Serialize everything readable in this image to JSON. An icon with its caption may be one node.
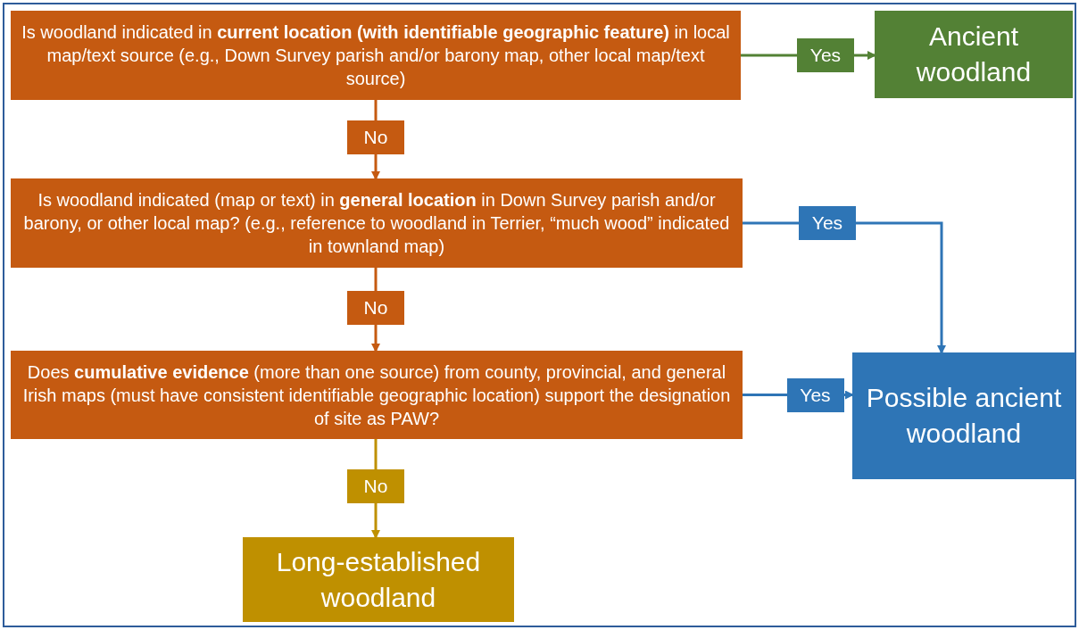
{
  "diagram": {
    "nodes": [
      {
        "text": [
          "Is woodland indicated in **current location (with identifiable geographic feature)** in local map/text source (e.g., Down Survey parish and/or barony map, other local map/text source)"
        ]
      },
      {
        "text": [
          "Ancient woodland"
        ]
      },
      {
        "text": [
          "Is woodland indicated (map or text) in **general location** in Down Survey parish and/or barony, or other local map? (e.g., reference to woodland in Terrier, “much wood” indicated in townland map)"
        ]
      },
      {
        "text": [
          "Does **cumulative evidence** (more than one source) from county, provincial, and general Irish maps (must have consistent identifiable geographic location) support the designation of site as PAW?"
        ]
      },
      {
        "text": [
          "Possible ancient woodland"
        ]
      },
      {
        "text": [
          "Long-established woodland"
        ]
      }
    ],
    "edges": [
      {
        "from": 0,
        "to": 1,
        "arrow": "to",
        "label": "Yes",
        "color": "#538135"
      },
      {
        "from": 0,
        "to": 2,
        "arrow": "to",
        "label": "No",
        "color": "#c55a11"
      },
      {
        "from": 2,
        "to": 4,
        "arrow": "to",
        "label": "Yes",
        "color": "#2e75b6"
      },
      {
        "from": 2,
        "to": 3,
        "arrow": "to",
        "label": "No",
        "color": "#c55a11"
      },
      {
        "from": 3,
        "to": 4,
        "arrow": "to",
        "label": "Yes",
        "color": "#2e75b6"
      },
      {
        "from": 3,
        "to": 5,
        "arrow": "to",
        "label": "No",
        "color": "#bf9000"
      }
    ]
  }
}
